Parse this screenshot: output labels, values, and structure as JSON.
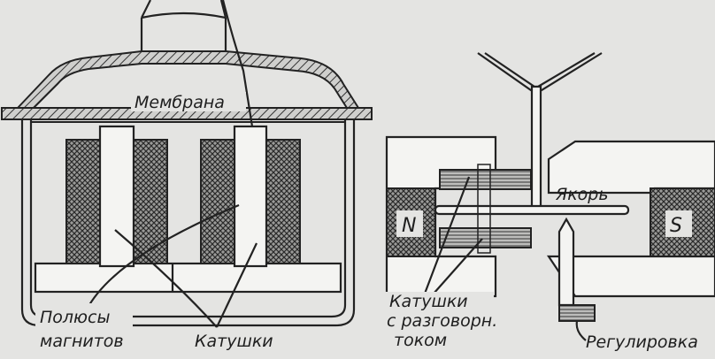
{
  "left_diagram": {
    "membrane_label": "Мембрана",
    "poles_label_line1": "Полюсы",
    "poles_label_line2": "магнитов",
    "coils_label": "Катушки"
  },
  "right_diagram": {
    "armature_label": "Якорь",
    "north_pole": "N",
    "south_pole": "S",
    "speech_coils_line1": "Катушки",
    "speech_coils_line2": "с разговорн.",
    "speech_coils_line3": "током",
    "adjustment_label": "Регулировка"
  },
  "colors": {
    "background": "#e4e4e2",
    "ink": "#222222",
    "paper": "#f4f4f2"
  }
}
